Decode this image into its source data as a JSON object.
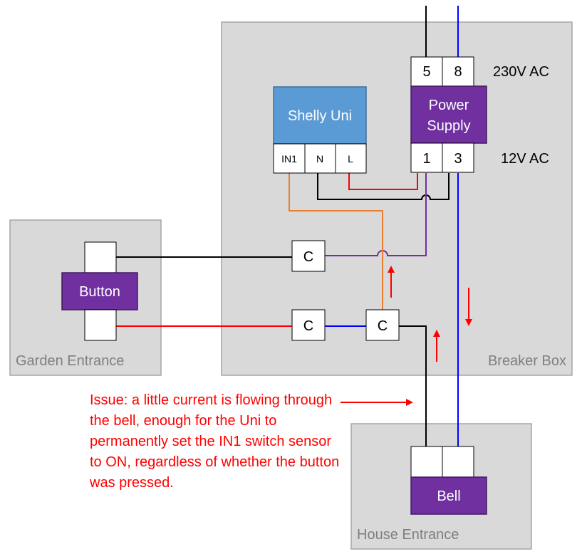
{
  "colors": {
    "area_fill": "#d9d9d9",
    "area_stroke": "#a6a6a6",
    "shelly_fill": "#5b9bd5",
    "purple": "#7030a0",
    "wire_black": "#000000",
    "wire_red": "#ff0000",
    "wire_blue": "#0000ff",
    "wire_orange": "#ed7d31",
    "wire_purple": "#7030a0",
    "arrow": "#ff0000"
  },
  "areas": {
    "breaker_box": "Breaker Box",
    "garden_entrance": "Garden Entrance",
    "house_entrance": "House Entrance"
  },
  "shelly": {
    "title": "Shelly Uni",
    "terminals": [
      "IN1",
      "N",
      "L"
    ]
  },
  "power_supply": {
    "title_line1": "Power",
    "title_line2": "Supply",
    "input_terminals": [
      "5",
      "8"
    ],
    "output_terminals": [
      "1",
      "3"
    ],
    "input_label": "230V AC",
    "output_label": "12V AC"
  },
  "connectors": {
    "button_connector": "C",
    "red_connector": "C",
    "bell_connector": "C"
  },
  "button": {
    "title": "Button"
  },
  "bell": {
    "title": "Bell"
  },
  "issue_note": "Issue: a little current is flowing through the bell, enough for the Uni to permanently set the IN1 switch sensor to ON, regardless of whether the button was pressed."
}
